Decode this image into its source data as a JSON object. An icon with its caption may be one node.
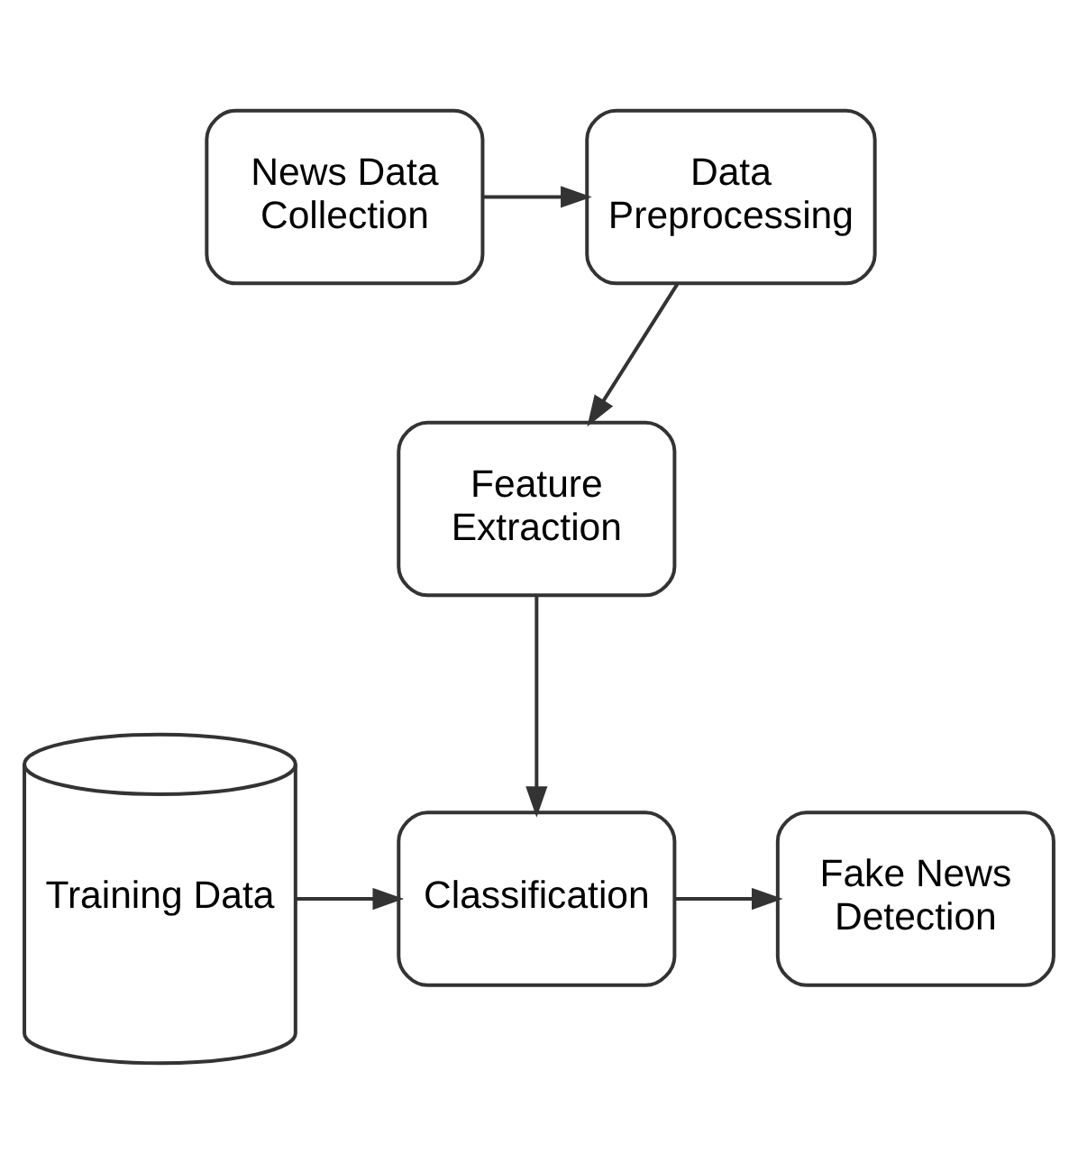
{
  "diagram": {
    "nodes": [
      {
        "text": [
          "News Data Collection"
        ]
      },
      {
        "text": [
          "Data Preprocessing"
        ]
      },
      {
        "text": [
          "Feature Extraction"
        ]
      },
      {
        "text": [
          "Training Data"
        ]
      },
      {
        "text": [
          "Classification"
        ]
      },
      {
        "text": [
          "Fake News Detection"
        ]
      }
    ],
    "edges": [
      {
        "from": 0,
        "to": 1,
        "arrow": "to"
      },
      {
        "from": 1,
        "to": 2,
        "arrow": "to"
      },
      {
        "from": 2,
        "to": 4,
        "arrow": "to"
      },
      {
        "from": 3,
        "to": 4,
        "arrow": "to"
      },
      {
        "from": 4,
        "to": 5,
        "arrow": "to"
      }
    ]
  }
}
